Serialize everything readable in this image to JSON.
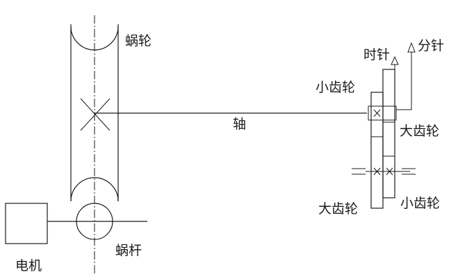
{
  "labels": {
    "worm_wheel": "蜗轮",
    "hour_hand": "时针",
    "minute_hand": "分针",
    "small_gear_top": "小齿轮",
    "shaft": "轴",
    "large_gear_right": "大齿轮",
    "large_gear_bottom": "大齿轮",
    "small_gear_bottom": "小齿轮",
    "worm": "蜗杆",
    "motor": "电机"
  }
}
